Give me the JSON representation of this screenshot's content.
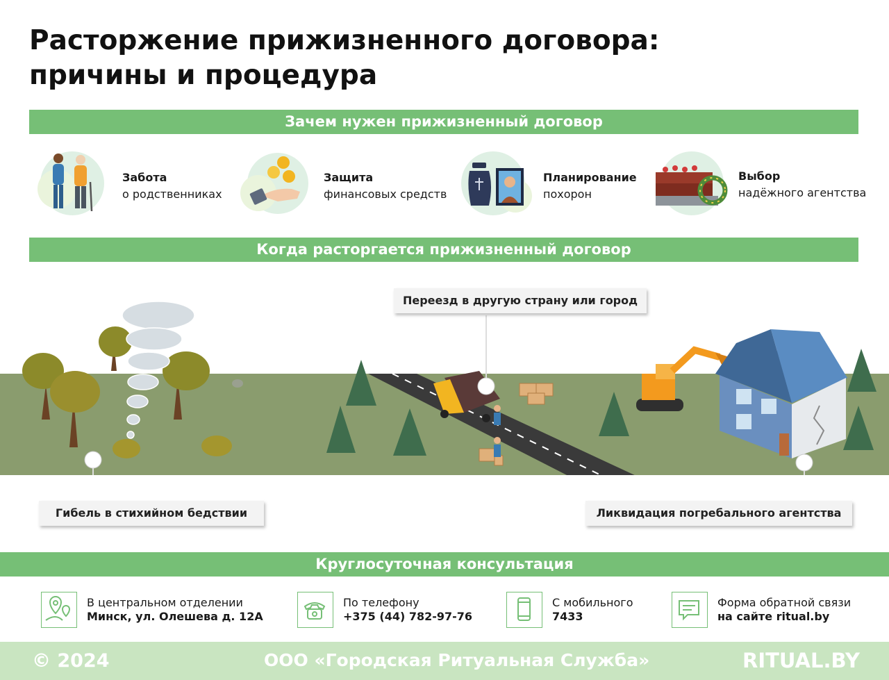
{
  "title": {
    "line1": "Расторжение прижизненного договора:",
    "line2": "причины и процедура"
  },
  "sections": {
    "why": "Зачем нужен прижизненный договор",
    "when": "Когда расторгается прижизненный договор",
    "consult": "Круглосуточная консультация"
  },
  "reasons": [
    {
      "bold": "Забота",
      "text": "о родственниках",
      "icon": "elderly-couple-icon"
    },
    {
      "bold": "Защита",
      "text": "финансовых средств",
      "icon": "coins-hand-icon"
    },
    {
      "bold": "Планирование",
      "text": "похорон",
      "icon": "urn-portrait-icon"
    },
    {
      "bold": "Выбор",
      "text": "надёжного агентства",
      "icon": "coffin-wreath-icon"
    }
  ],
  "callouts": {
    "disaster": "Гибель в стихийном бедствии",
    "move": "Переезд в другую страну или город",
    "liquidation": "Ликвидация погребального агентства"
  },
  "contacts": [
    {
      "line1": "В центральном отделении",
      "line2": "Минск, ул. Олешева д. 12А",
      "icon": "location-pin-icon"
    },
    {
      "line1": "По телефону",
      "line2": "+375 (44) 782-97-76",
      "icon": "telephone-icon"
    },
    {
      "line1": "С мобильного",
      "line2": "7433",
      "icon": "mobile-phone-icon"
    },
    {
      "line1": "Форма обратной связи",
      "line2": "на сайте ritual.by",
      "icon": "chat-message-icon"
    }
  ],
  "footer": {
    "copyright": "© 2024",
    "company": "ООО «Городская Ритуальная Служба»",
    "site": "RITUAL.BY"
  },
  "colors": {
    "accent": "#76bf76",
    "footer_bg": "#c9e5c1",
    "ground": "#8a9c6e"
  }
}
